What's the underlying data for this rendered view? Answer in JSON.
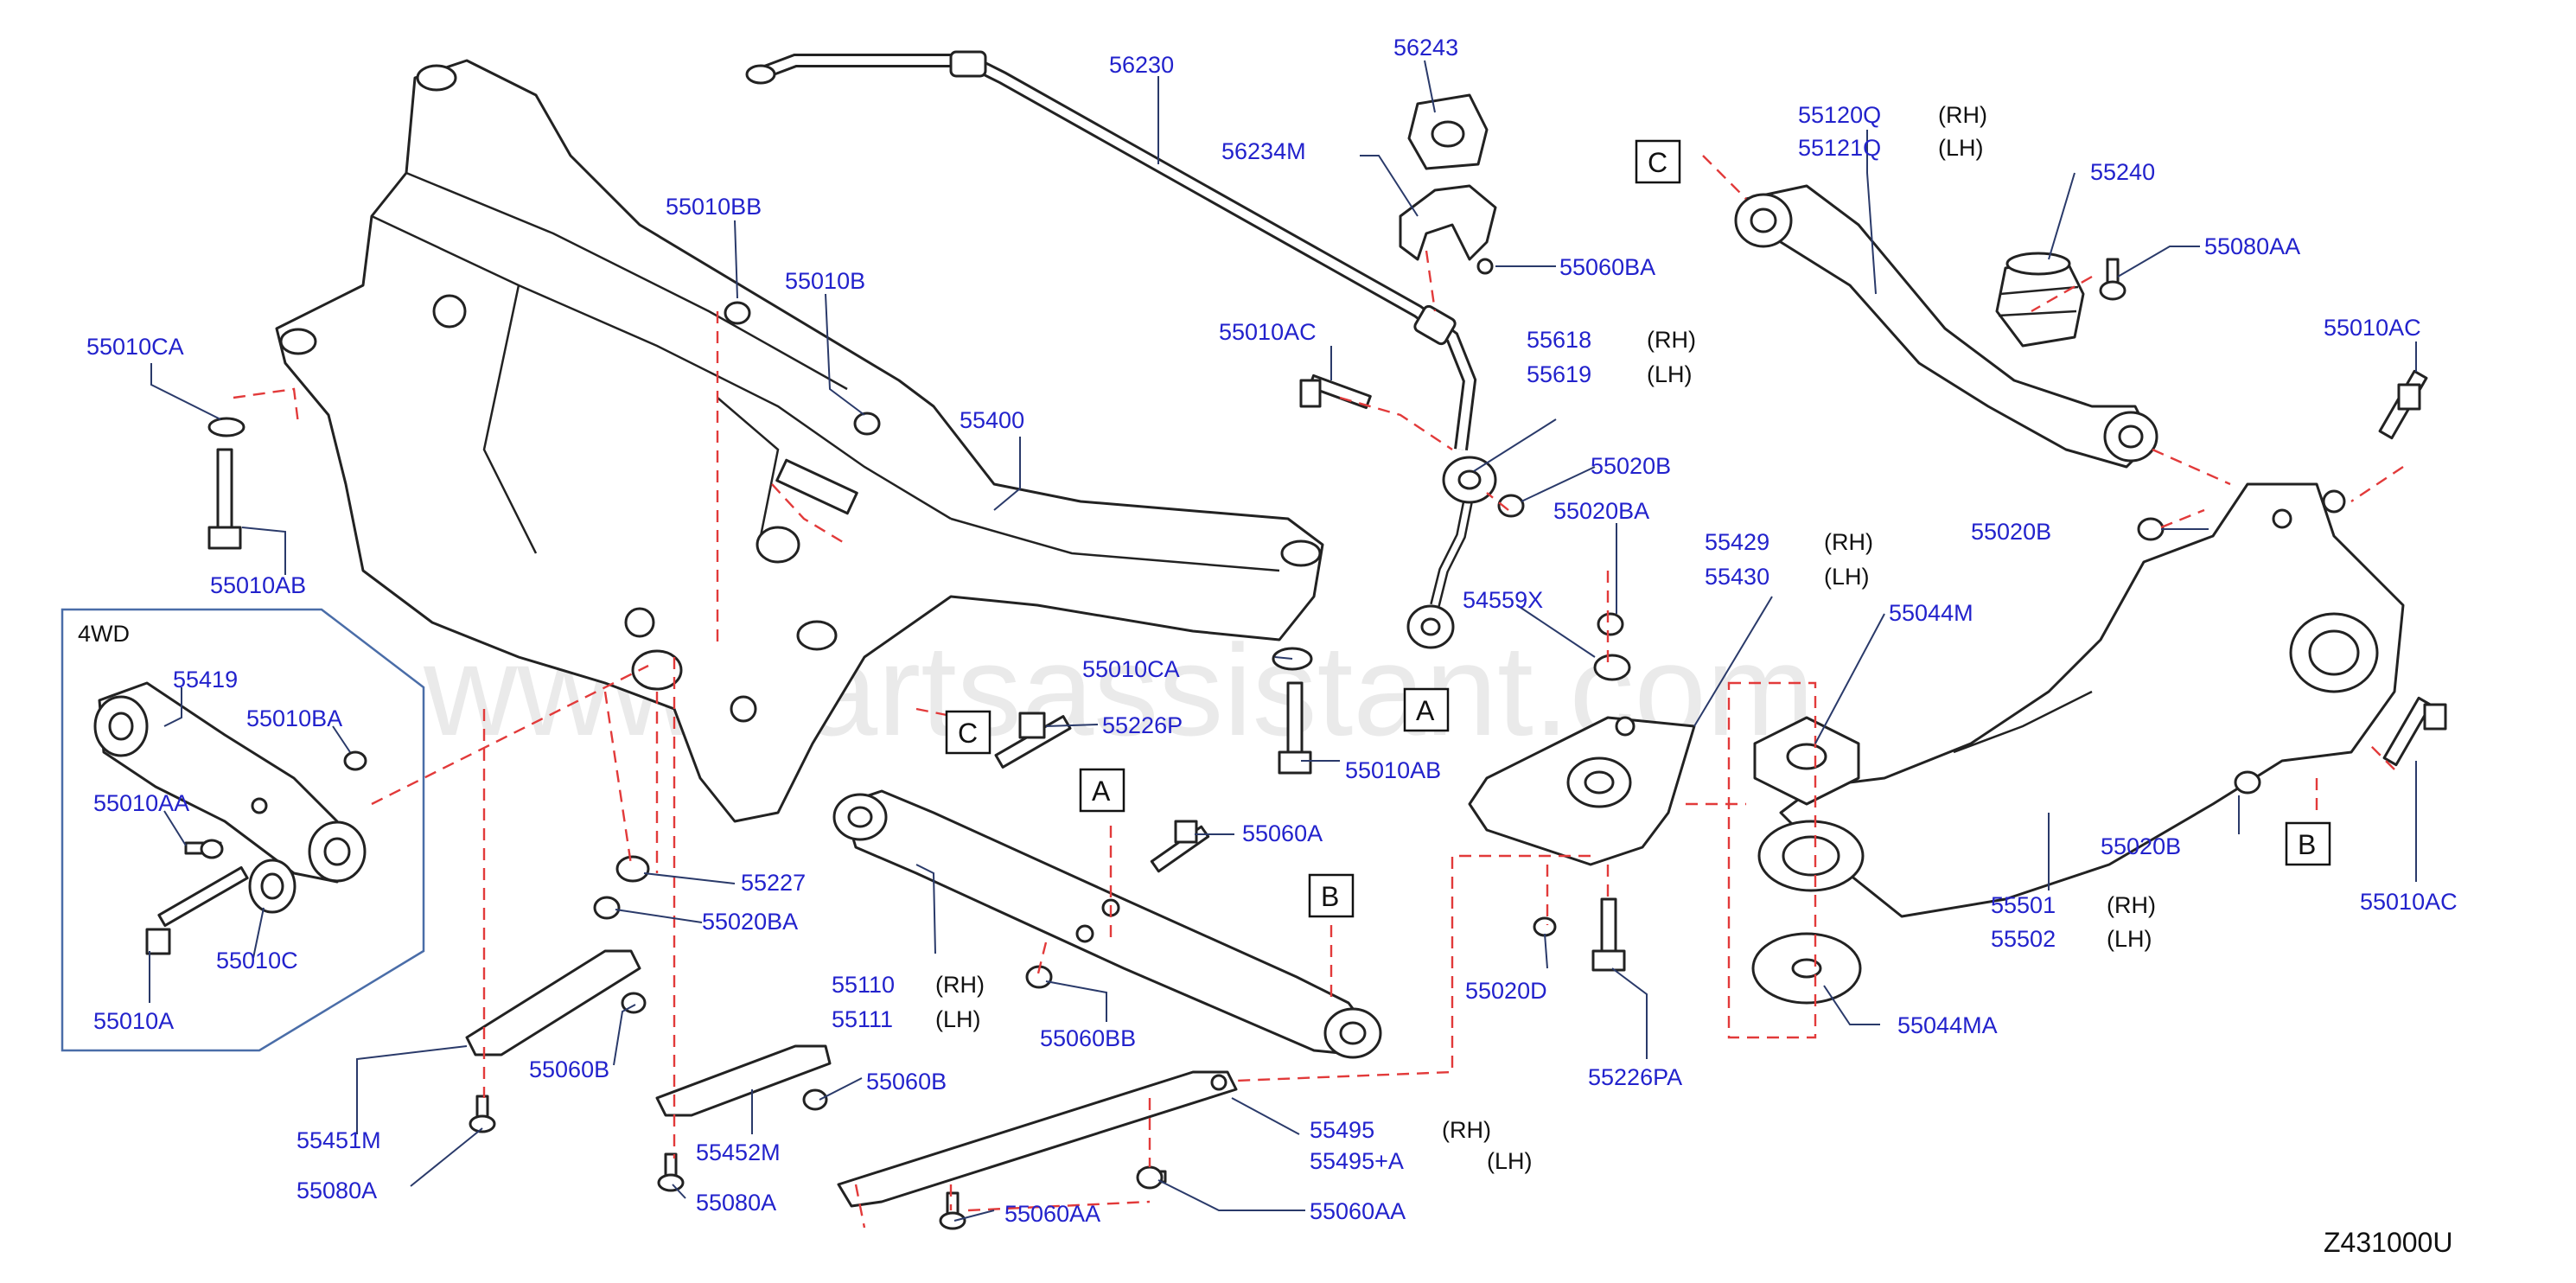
{
  "watermark": "www.partsassistant.com",
  "diagram_code": "Z431000U",
  "inset_title": "4WD",
  "side_labels": {
    "rh": "(RH)",
    "lh": "(LH)"
  },
  "ref_boxes": [
    "A",
    "A",
    "B",
    "B",
    "C",
    "C"
  ],
  "parts": {
    "p56230": "56230",
    "p56243": "56243",
    "p56234M": "56234M",
    "p55060BA": "55060BA",
    "p55010BB": "55010BB",
    "p55010B": "55010B",
    "p55010CA_left": "55010CA",
    "p55010AB_left": "55010AB",
    "p55400": "55400",
    "p55010AC_mid": "55010AC",
    "p55618": "55618",
    "p55619": "55619",
    "p55020B_link": "55020B",
    "p55020BA_link": "55020BA",
    "p54559X": "54559X",
    "p55010CA_mid": "55010CA",
    "p55226P": "55226P",
    "p55010AB_mid": "55010AB",
    "p55120Q": "55120Q",
    "p55121Q": "55121Q",
    "p55240": "55240",
    "p55080AA": "55080AA",
    "p55010AC_right": "55010AC",
    "p55020B_right": "55020B",
    "p55429": "55429",
    "p55430": "55430",
    "p55044M": "55044M",
    "p55419": "55419",
    "p55010BA": "55010BA",
    "p55010AA": "55010AA",
    "p55010C": "55010C",
    "p55010A": "55010A",
    "p55227": "55227",
    "p55020BA_low": "55020BA",
    "p55060B_left": "55060B",
    "p55451M": "55451M",
    "p55080A_left": "55080A",
    "p55452M": "55452M",
    "p55060B_mid": "55060B",
    "p55080A_mid": "55080A",
    "p55110": "55110",
    "p55111": "55111",
    "p55060A": "55060A",
    "p55060BB": "55060BB",
    "p55495": "55495",
    "p55495A": "55495+A",
    "p55060AA_left": "55060AA",
    "p55060AA_right": "55060AA",
    "p55020D": "55020D",
    "p55226PA": "55226PA",
    "p55044MA": "55044MA",
    "p55020B_low": "55020B",
    "p55501": "55501",
    "p55502": "55502",
    "p55010AC_low": "55010AC"
  }
}
